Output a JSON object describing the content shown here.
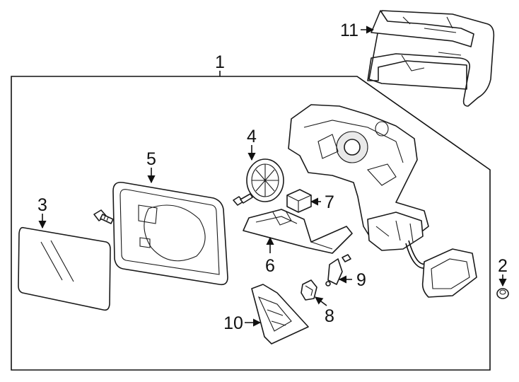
{
  "callouts": [
    {
      "id": "1",
      "text": "1"
    },
    {
      "id": "2",
      "text": "2"
    },
    {
      "id": "3",
      "text": "3"
    },
    {
      "id": "4",
      "text": "4"
    },
    {
      "id": "5",
      "text": "5"
    },
    {
      "id": "6",
      "text": "6"
    },
    {
      "id": "7",
      "text": "7"
    },
    {
      "id": "8",
      "text": "8"
    },
    {
      "id": "9",
      "text": "9"
    },
    {
      "id": "10",
      "text": "10"
    },
    {
      "id": "11",
      "text": "11"
    }
  ],
  "colors": {
    "line": "#1a1a1a",
    "background": "#ffffff",
    "shade": "#e9e9e9"
  }
}
